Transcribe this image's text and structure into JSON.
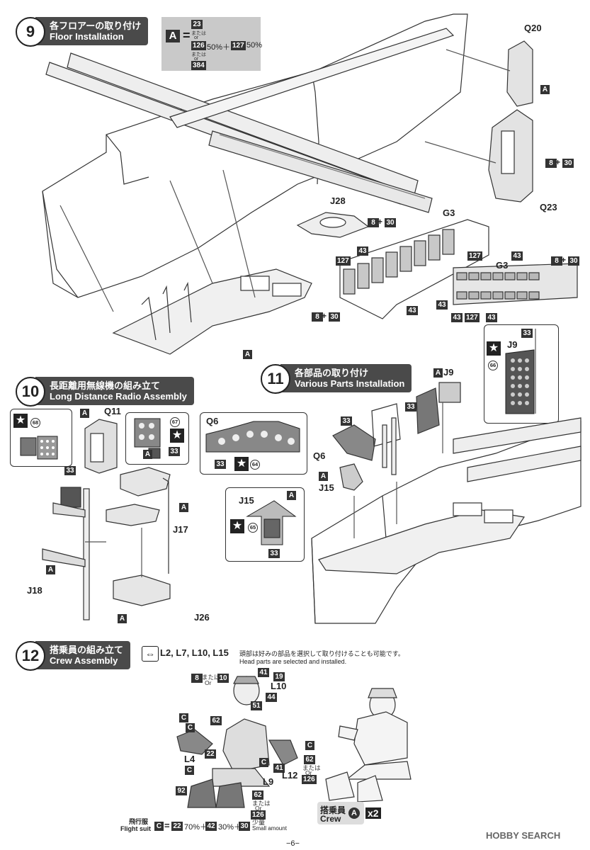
{
  "step9": {
    "num": "9",
    "jp": "各フロアーの取り付け",
    "en": "Floor Installation"
  },
  "step10": {
    "num": "10",
    "jp": "長距離用無線機の組み立て",
    "en": "Long Distance Radio Assembly"
  },
  "step11": {
    "num": "11",
    "jp": "各部品の取り付け",
    "en": "Various Parts Installation"
  },
  "step12": {
    "num": "12",
    "jp": "搭乗員の組み立て",
    "en": "Crew Assembly"
  },
  "formulaA": {
    "letter": "A",
    "eq": "=",
    "c1": "23",
    "or1": "または",
    "or1en": "or",
    "c2": "126",
    "p2": "50%＋",
    "c3": "127",
    "p3": "50%",
    "or2": "または",
    "or2en": "or",
    "c4": "384"
  },
  "parts9": {
    "q20": "Q20",
    "q23": "Q23",
    "j28": "J28",
    "g3a": "G3",
    "g3b": "G3",
    "a": "A",
    "c8": "8",
    "plus": "+",
    "c30": "30",
    "c43": "43",
    "c127": "127"
  },
  "parts10": {
    "q11": "Q11",
    "j17": "J17",
    "j18": "J18",
    "j26": "J26",
    "c33": "33",
    "p67": "67",
    "p68": "68"
  },
  "parts11": {
    "q6a": "Q6",
    "q6b": "Q6",
    "j15a": "J15",
    "j15b": "J15",
    "j9a": "J9",
    "j9b": "J9",
    "p64": "64",
    "p65": "65",
    "p66": "66",
    "c33": "33"
  },
  "step12_choice": {
    "parts": "L2, L7, L10, L15",
    "jp": "頭部は好みの部品を選択して取り付けることも可能です。",
    "en": "Head parts are selected and installed."
  },
  "crew_parts": {
    "c8": "8",
    "mata": "または",
    "or": "Or",
    "c10": "10",
    "c41": "41",
    "c19": "19",
    "l10": "L10",
    "c44": "44",
    "c51": "51",
    "c62": "62",
    "c22": "22",
    "c": "C",
    "l4": "L4",
    "l9": "L9",
    "l12": "L12",
    "c126": "126",
    "c92": "92"
  },
  "flight_suit": {
    "jp": "飛行服",
    "en": "Flight suit",
    "letter": "C",
    "eq": "=",
    "c22": "22",
    "p22": "70%＋",
    "c42": "42",
    "p42": "30%＋",
    "c30": "30",
    "small_jp": "少量",
    "small_en": "Small amount"
  },
  "crew_badge": {
    "jp": "搭乗員",
    "en": "Crew",
    "letter": "A",
    "mult": "x2"
  },
  "page_num": "−6−",
  "watermark": "HOBBY SEARCH",
  "colors": {
    "dark": "#4a4a4a",
    "gray": "#c9c9c9",
    "part_fill": "#d8d8d8"
  }
}
